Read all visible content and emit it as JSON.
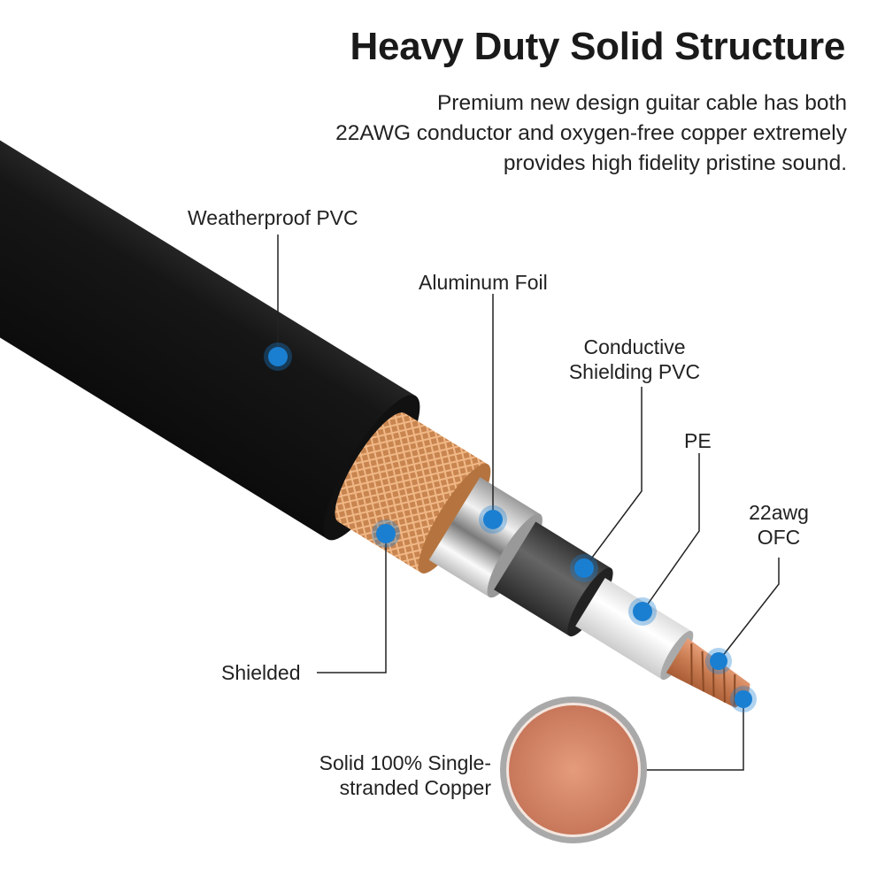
{
  "title": "Heavy Duty Solid Structure",
  "subtitle_lines": [
    "Premium new design guitar cable has both",
    "22AWG conductor and oxygen-free copper extremely",
    "provides high fidelity pristine sound."
  ],
  "labels": {
    "jacket": "Weatherproof PVC",
    "foil": "Aluminum Foil",
    "conductive_1": "Conductive",
    "conductive_2": "Shielding PVC",
    "pe": "PE",
    "ofc_1": "22awg",
    "ofc_2": "OFC",
    "shielded": "Shielded",
    "copper_1": "Solid 100% Single-",
    "copper_2": "stranded Copper"
  },
  "colors": {
    "dot": "#1a7fd1",
    "copper": "#d08a63",
    "jacket": "#1c1c1c"
  }
}
